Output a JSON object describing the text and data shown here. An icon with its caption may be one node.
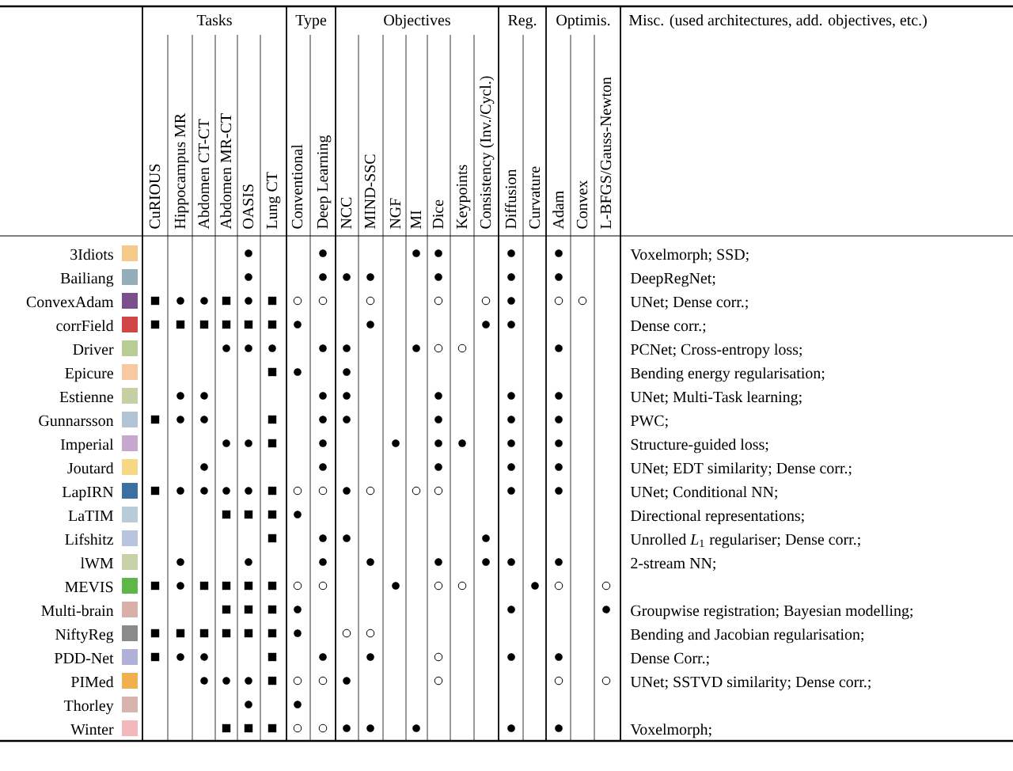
{
  "diagram": {
    "labels": [
      "Tasks",
      "Type",
      "Objectives",
      "Reg.",
      "Optimis.",
      "Misc. (used architectures, add. objectives, etc.)",
      "CuRIOUS",
      "Hippocampus MR",
      "Abdomen CT-CT",
      "Abdomen MR-CT",
      "OASIS",
      "Lung CT",
      "Conventional",
      "Deep Learning",
      "NCC",
      "MIND-SSC",
      "NGF",
      "MI",
      "Dice",
      "Keypoints",
      "Consistency (Inv./Cycl.)",
      "Diffusion",
      "Curvature",
      "Adam",
      "Convex",
      "L-BFGS/Gauss-Newton",
      "3Idiots",
      "Voxelmorph; SSD;",
      "Bailiang",
      "DeepRegNet;",
      "ConvexAdam",
      "UNet; Dense corr.;",
      "corrField",
      "Dense corr.;",
      "Driver",
      "PCNet; Cross-entropy loss;",
      "Epicure",
      "Bending energy regularisation;",
      "Estienne",
      "UNet; Multi-Task learning;",
      "Gunnarsson",
      "PWC;",
      "Imperial",
      "Structure-guided loss;",
      "Joutard",
      "UNet; EDT similarity; Dense corr.;",
      "LapIRN",
      "UNet; Conditional NN;",
      "LaTIM",
      "Directional representations;",
      "Lifshitz",
      "Unrolled *L*$_{1}$ regulariser; Dense corr.;",
      "lWM",
      "2-stream NN;",
      "MEVIS",
      "Multi-brain",
      "Groupwise registration; Bayesian modelling;",
      "NiftyReg",
      "Bending and Jacobian regularisation;",
      "PDD-Net",
      "Dense Corr.;",
      "PIMed",
      "UNet; SSTVD similarity; Dense corr.;",
      "Thorley",
      "Winter",
      "Voxelmorph;"
    ]
  }
}
